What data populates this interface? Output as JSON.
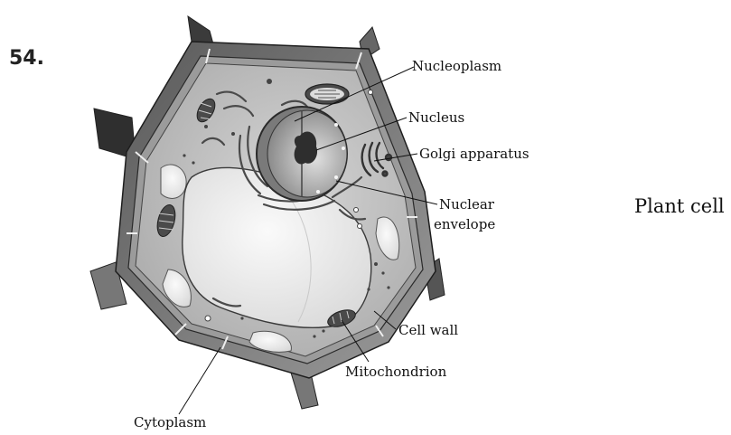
{
  "question_number": "54.",
  "figure_title": "Plant cell",
  "labels": {
    "nucleoplasm": "Nucleoplasm",
    "nucleus": "Nucleus",
    "golgi_apparatus": "Golgi apparatus",
    "nuclear_envelope_line1": "Nuclear",
    "nuclear_envelope_line2": "envelope",
    "cell_wall": "Cell wall",
    "mitochondrion": "Mitochondrion",
    "cytoplasm": "Cytoplasm"
  },
  "colors": {
    "wall_dark": "#3a3a3a",
    "wall_mid": "#8e8e8e",
    "cytoplasm": "#bdbdbd",
    "vacuole": "#ececec",
    "organelle": "#5a5a5a"
  }
}
